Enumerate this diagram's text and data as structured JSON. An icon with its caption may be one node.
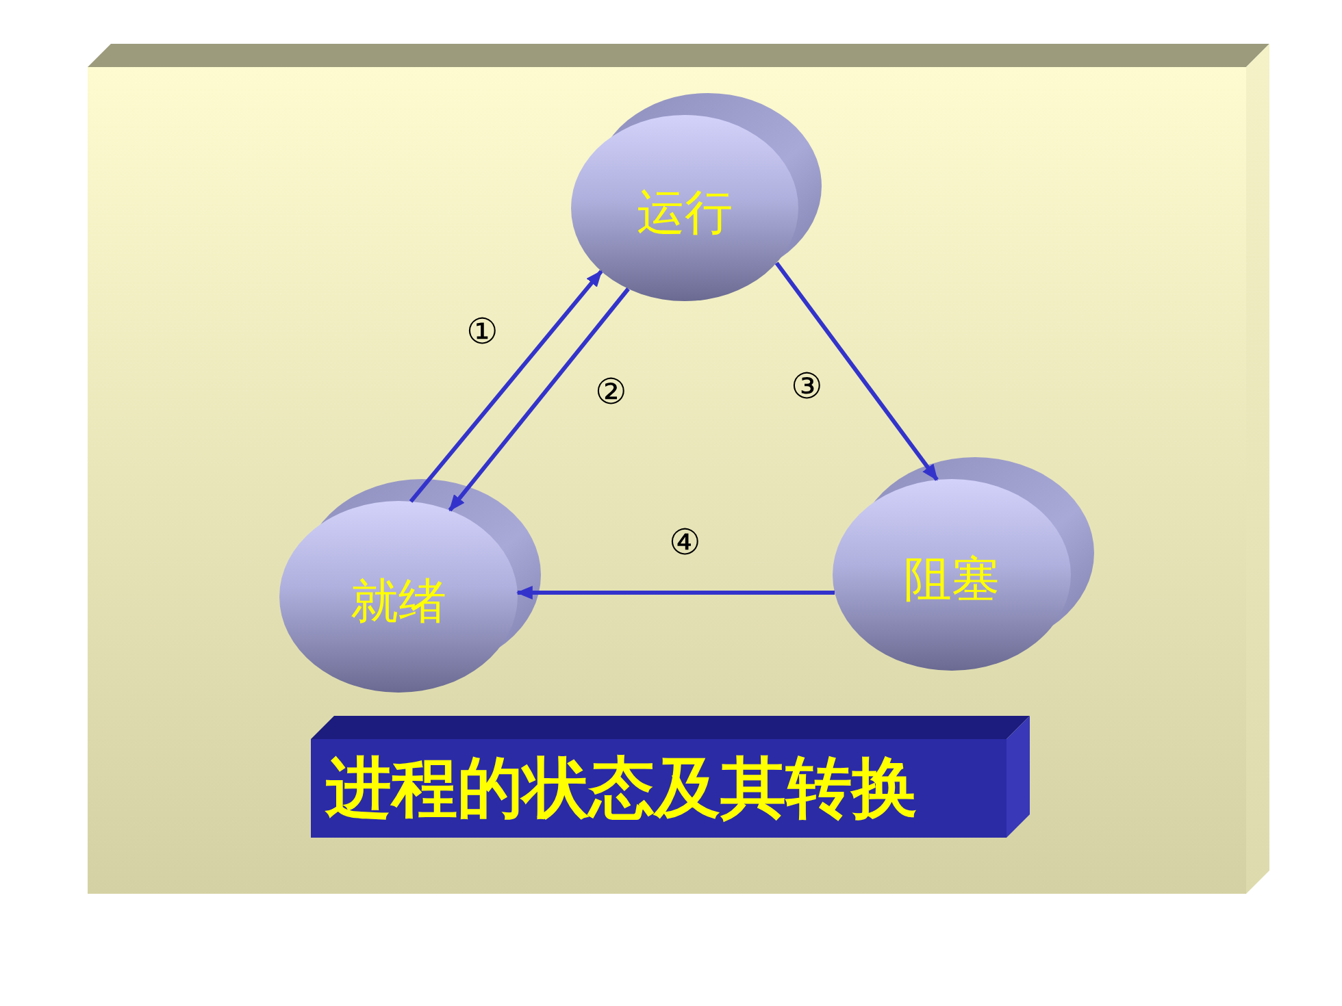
{
  "diagram": {
    "title": "进程的状态及其转换",
    "nodes": [
      {
        "text": [
          "运行"
        ]
      },
      {
        "text": [
          "就绪"
        ]
      },
      {
        "text": [
          "阻塞"
        ]
      }
    ],
    "edges": [
      {
        "from": 1,
        "to": 0,
        "arrow": "to",
        "label": "①"
      },
      {
        "from": 0,
        "to": 1,
        "arrow": "to",
        "label": "②"
      },
      {
        "from": 0,
        "to": 2,
        "arrow": "to",
        "label": "③"
      },
      {
        "from": 2,
        "to": 1,
        "arrow": "to",
        "label": "④"
      }
    ]
  }
}
